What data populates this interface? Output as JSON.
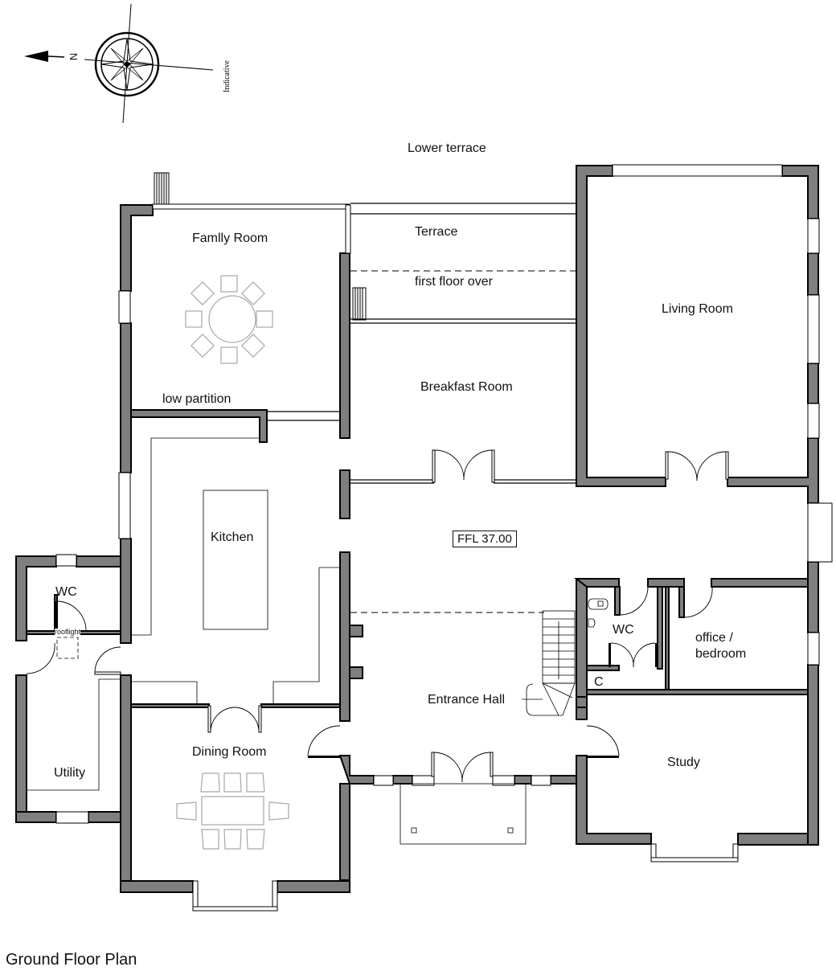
{
  "drawing": {
    "title": "Ground Floor Plan",
    "level_marker": "FFL 37.00",
    "colors": {
      "wall_fill": "#7f7f7f",
      "wall_outline": "#000000",
      "furniture": "#a8a8a8",
      "background": "#ffffff"
    }
  },
  "north_arrow": {
    "letter": "N",
    "note": "Indicative"
  },
  "rooms": {
    "lower_terrace": "Lower terrace",
    "terrace": "Terrace",
    "first_floor_over": "first floor over",
    "family_room": "Famlly Room",
    "low_partition": "low partition",
    "living_room": "Living Room",
    "breakfast_room": "Breakfast Room",
    "kitchen": "Kitchen",
    "wc_left": "WC",
    "rooflight": "rooflight",
    "utility": "Utility",
    "dining_room": "Dining Room",
    "entrance_hall": "Entrance Hall",
    "wc_right": "WC",
    "cupboard": "C",
    "office_line1": "office /",
    "office_line2": "bedroom",
    "study": "Study"
  }
}
